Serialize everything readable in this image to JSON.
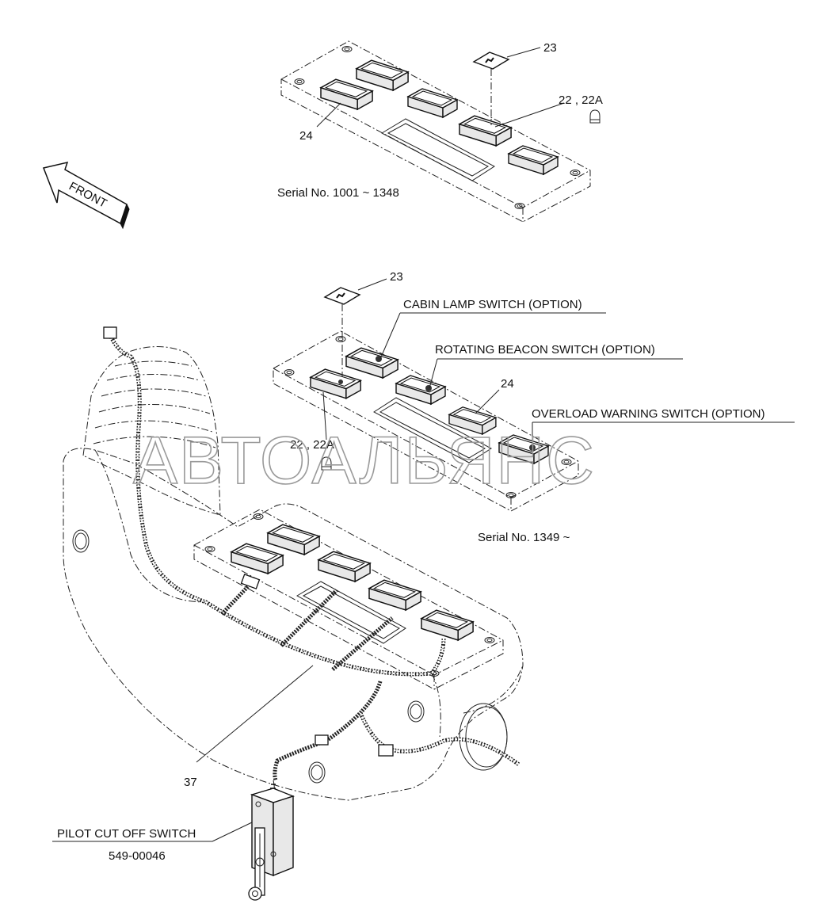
{
  "callouts": {
    "upper_23": "23",
    "upper_22": "22 , 22A",
    "upper_24": "24",
    "lower_23": "23",
    "lower_22": "22 , 22A",
    "lower_24": "24",
    "harness_37": "37"
  },
  "labels": {
    "front": "FRONT",
    "serial_upper": "Serial No. 1001 ~ 1348",
    "serial_lower": "Serial No. 1349 ~",
    "cabin_lamp": "CABIN LAMP SWITCH (OPTION)",
    "rotating_beacon": "ROTATING BEACON SWITCH (OPTION)",
    "overload_warning": "OVERLOAD WARNING SWITCH (OPTION)",
    "pilot_cut_off": "PILOT CUT OFF SWITCH",
    "pilot_part_no": "549-00046"
  },
  "watermark": "АВТОАЛЬЯНС"
}
